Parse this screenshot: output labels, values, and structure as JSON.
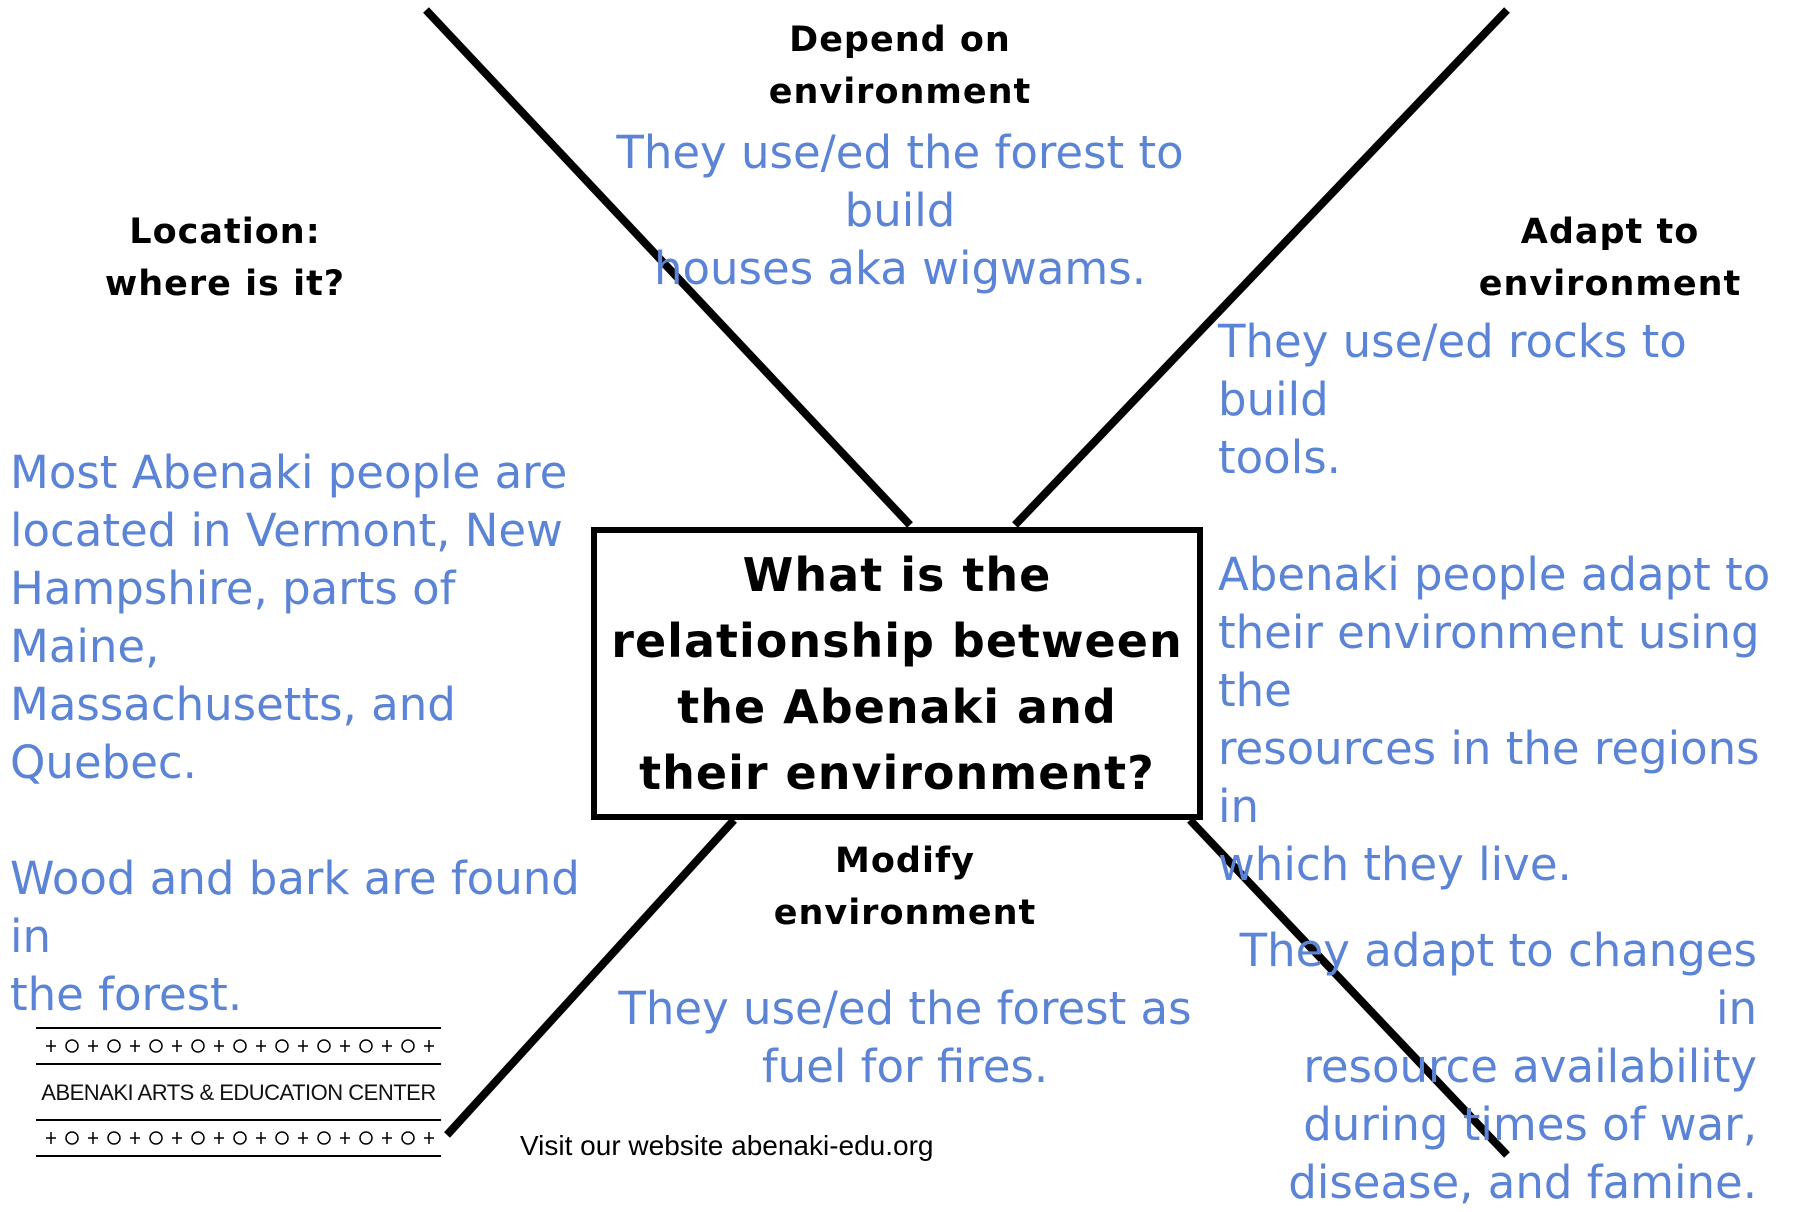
{
  "headings": {
    "depend": [
      "Depend on",
      "environment"
    ],
    "location": [
      "Location:",
      "where is it?"
    ],
    "adapt": [
      "Adapt to",
      "environment"
    ],
    "modify": [
      "Modify",
      "environment"
    ]
  },
  "center_question": [
    "What is the",
    "relationship between",
    "the Abenaki and",
    "their environment?"
  ],
  "answers": {
    "depend": [
      "They use/ed the forest to build",
      "houses aka wigwams."
    ],
    "location": [
      [
        "Most Abenaki people are",
        "located in Vermont,  New",
        "Hampshire, parts of Maine,",
        "Massachusetts, and",
        "Quebec."
      ],
      [
        "Wood and bark are found in",
        "the forest."
      ]
    ],
    "adapt": [
      [
        "They use/ed rocks to build",
        "tools."
      ],
      [
        "Abenaki people adapt to",
        "their environment using the",
        "resources in the regions in",
        "which they live."
      ],
      [
        "They adapt to changes in",
        "resource availability",
        "during times of war,",
        "disease, and famine."
      ]
    ],
    "modify": [
      "They use/ed the forest as",
      "fuel for fires."
    ]
  },
  "logo": {
    "name": "ABENAKI ARTS & EDUCATION CENTER"
  },
  "footer": {
    "website": "Visit our website abenaki-edu.org"
  },
  "colors": {
    "answer_text": "#5b84d6",
    "lines": "#000000"
  }
}
